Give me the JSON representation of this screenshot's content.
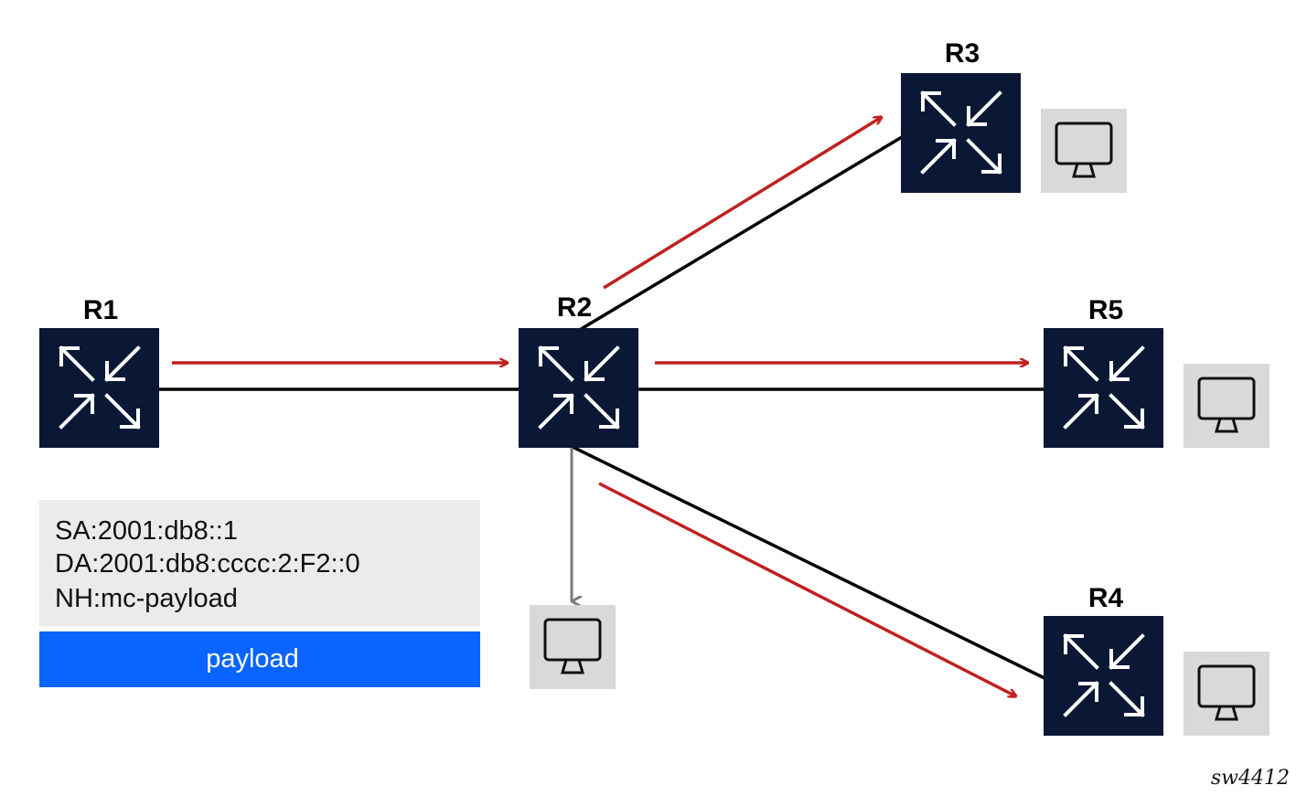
{
  "routers": {
    "r1": {
      "label": "R1"
    },
    "r2": {
      "label": "R2"
    },
    "r3": {
      "label": "R3"
    },
    "r4": {
      "label": "R4"
    },
    "r5": {
      "label": "R5"
    }
  },
  "packet": {
    "header_lines": [
      "SA:2001:db8::1",
      "DA:2001:db8:cccc:2:F2::0",
      "NH:mc-payload"
    ],
    "payload_label": "payload"
  },
  "figure_id": "sw4412",
  "colors": {
    "router_fill": "#0a1836",
    "link": "#000000",
    "flow_arrow": "#c0201f",
    "local_arrow": "#7a7a7a",
    "host_bg": "#d9d9d9",
    "header_bg": "#ebebeb",
    "payload_bg": "#0a64ff"
  },
  "icons": {
    "router": "router-arrows-icon",
    "host": "monitor-icon"
  }
}
